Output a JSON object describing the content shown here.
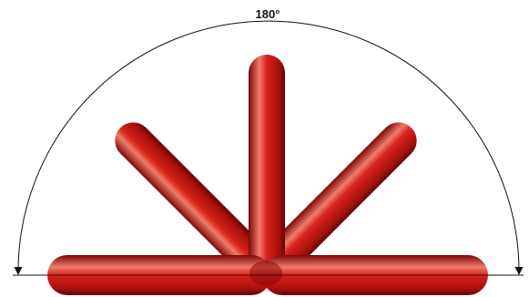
{
  "angle_label": "180°",
  "colors": {
    "arm_highlight": "#f07a6a",
    "arm_mid": "#d8221c",
    "arm_dark": "#7a0808",
    "line": "#111111",
    "background": "#ffffff"
  },
  "arm_angles_deg": [
    0,
    45,
    90,
    135,
    180
  ]
}
